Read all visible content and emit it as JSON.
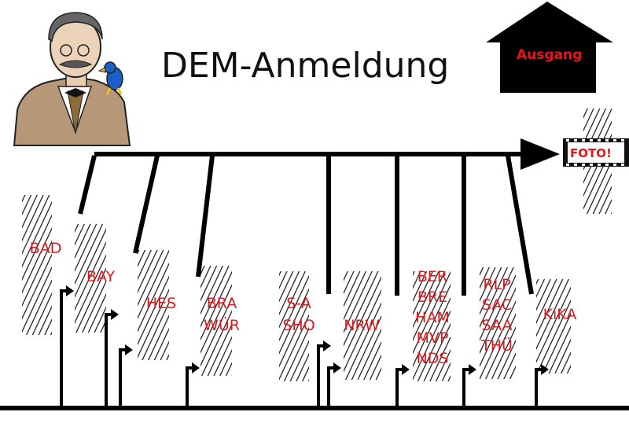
{
  "title": "DEM-Anmeldung",
  "exit_label": "Ausgang",
  "foto_label": "FOTO!",
  "stations": [
    {
      "id": "bad",
      "labels": [
        "BAD"
      ]
    },
    {
      "id": "bay",
      "labels": [
        "BAY"
      ]
    },
    {
      "id": "hes",
      "labels": [
        "HES"
      ]
    },
    {
      "id": "bra-wur",
      "labels": [
        "BRA",
        "WÜR"
      ]
    },
    {
      "id": "sa-sho",
      "labels": [
        "S-A",
        "SHO"
      ]
    },
    {
      "id": "nrw",
      "labels": [
        "NRW"
      ]
    },
    {
      "id": "ber-nds",
      "labels": [
        "BER",
        "BRE",
        "HAM",
        "MVP",
        "NDS"
      ]
    },
    {
      "id": "rlp-thu",
      "labels": [
        "RLP",
        "SAC",
        "SAA",
        "THÜ"
      ]
    },
    {
      "id": "kika",
      "labels": [
        "KiKA"
      ]
    }
  ],
  "colors": {
    "label": "#e8161b",
    "line": "#000000",
    "hatch": "#111111"
  },
  "icons": [
    "portrait-with-bird-icon",
    "exit-house-arrow-icon",
    "film-frame-icon",
    "table-hatch-icon"
  ]
}
